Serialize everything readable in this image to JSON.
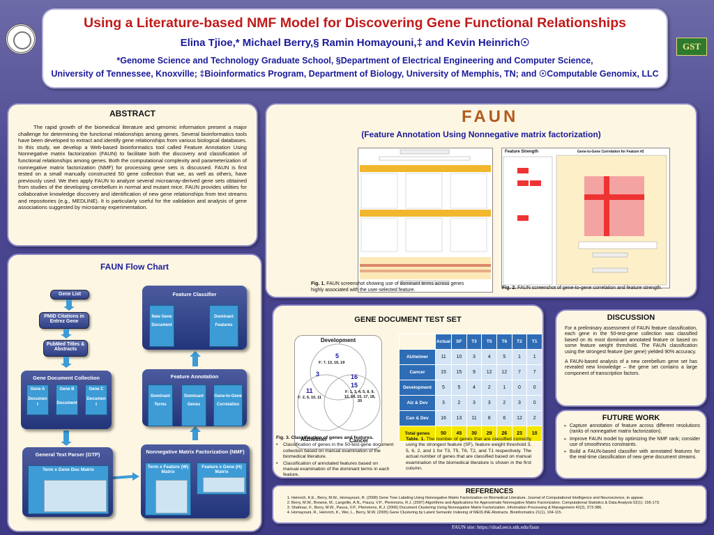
{
  "header": {
    "title": "Using a Literature-based NMF Model for Discovering Gene Functional Relationships",
    "authors": "Elina Tjioe,* Michael Berry,§ Ramin Homayouni,‡ and Kevin Heinrich☉",
    "affil1": "*Genome Science and Technology Graduate School, §Department of Electrical Engineering and Computer Science,",
    "affil2": "University of Tennessee, Knoxville; ‡Bioinformatics Program, Department of Biology, University of Memphis, TN; and ☉Computable Genomix, LLC",
    "logo_right": "GST"
  },
  "abstract": {
    "heading": "ABSTRACT",
    "text": "The rapid growth of the biomedical literature and genomic information present a major challenge for determining the functional relationships among genes. Several bioinformatics tools have been developed to extract and identify gene relationships from various biological databases. In this study, we develop a Web-based bioinformatics tool called Feature Annotation Using Nonnegative matrix factorization (FAUN) to facilitate both the discovery and classification of functional relationships among genes. Both the computational complexity and parameterization of nonnegative matrix factorization (NMF) for processing gene sets is discussed. FAUN is first tested on a small manually constructed 50 gene collection that we, as well as others, have previously used. We then apply FAUN to analyze several microarray-derived gene sets obtained from studies of the developing cerebellum in normal and mutant mice. FAUN provides utilities for collaborative knowledge discovery and identification of new gene relationships from text streams and repositories (e.g., MEDLINE). It is particularly useful for the validation and analysis of gene associations suggested by microarray experimentation."
  },
  "faun": {
    "logo": "FAUN",
    "subtitle": "(Feature Annotation Using Nonnegative matrix factorization)",
    "fig1_caption_bold": "Fig. 1.",
    "fig1_caption": " FAUN screenshot showing use of dominant terms across genes highly associated with the user-selected feature.",
    "fig2_caption_bold": "Fig. 2.",
    "fig2_caption": " FAUN screenshot of gene-to-gene correlation and feature strength.",
    "fig2_left_title": "Feature Strength",
    "fig2_right_title": "Gene-to-Gene Correlation for Feature #2"
  },
  "flow": {
    "title": "FAUN  Flow Chart",
    "gene_list": "Gene List",
    "pmid": "PMID  Citations in Entrez Gene",
    "pubmed": "PubMed Titles & Abstracts",
    "gdc": "Gene  Document  Collection",
    "gene_a": "Gene A",
    "gene_b": "Gene B",
    "gene_c": "Gene C",
    "doc_a": "Documen t",
    "doc_b": "Document",
    "doc_c": "Documen t",
    "gtp": "General Text Parser (GTP)",
    "tgd": "Term  x  Gene Doc Matrix",
    "fc": "Feature  Classifier",
    "fc_new": "New  Gene",
    "fc_doc": "Document",
    "fc_dom": "Dominant",
    "fc_feat": "Features",
    "fa": "Feature  Annotation",
    "fa_dt1": "Dominant",
    "fa_dt2": "Terms",
    "fa_dg1": "Dominant",
    "fa_dg2": "Genes",
    "fa_gg1": "Gene-to-Gene",
    "fa_gg2": "Correlation",
    "nmf": "Nonnegative Matrix Factorization (NMF)",
    "tf": "Term  x  Feature (W) Matrix",
    "fg": "Feature  x  Gene (H) Matrix"
  },
  "gdts": {
    "heading": "GENE  DOCUMENT  TEST  SET",
    "venn_dev": "Development",
    "venn_alz": "Alzheimer",
    "venn_cancer": "Cancer",
    "n5": "5",
    "n5_list": "F: 7, 13, 16, 19",
    "n3": "3",
    "n16": "16",
    "n11": "11",
    "n11_list": "F: 2, 6, 10, 11",
    "n15": "15",
    "n15_list": "F: 1, 3, 4, 5, 8, 9, 12, 14, 15, 17, 18, 20",
    "table_headers": [
      "Actual",
      "SF",
      "T3",
      "T5",
      "T6",
      "T2",
      "T1"
    ],
    "table_rows": [
      {
        "name": "Alzheimer",
        "vals": [
          "11",
          "10",
          "3",
          "4",
          "5",
          "1",
          "1"
        ]
      },
      {
        "name": "Cancer",
        "vals": [
          "15",
          "15",
          "9",
          "12",
          "12",
          "7",
          "7"
        ]
      },
      {
        "name": "Development",
        "vals": [
          "5",
          "5",
          "4",
          "2",
          "1",
          "0",
          "0"
        ]
      },
      {
        "name": "Alz & Dev",
        "vals": [
          "3",
          "2",
          "3",
          "3",
          "2",
          "3",
          "0"
        ]
      },
      {
        "name": "Can & Dev",
        "vals": [
          "16",
          "13",
          "11",
          "8",
          "6",
          "12",
          "2"
        ]
      }
    ],
    "total_row": {
      "name": "Total genes",
      "vals": [
        "50",
        "45",
        "30",
        "29",
        "26",
        "23",
        "10"
      ]
    },
    "fig3_title": "Fig. 3. Classification of genes and features.",
    "fig3_b1": "Classification of genes in the 50-test-gene document collection based on manual examination of the biomedical literature.",
    "fig3_b2": "Classification of annotated features based on manual examination of the dominant terms in each feature.",
    "table_caption_bold": "Table.  1.",
    "table_caption": " The number of genes that are classified correctly using the strongest feature (SF), feature weight threshold 3, 5, 6, 2, and 1 for T3, T5, T6, T2, and T1 respectively. The actual number of genes that are classified based on manual examination of the biomedical literature is shown in the first column."
  },
  "discussion": {
    "heading": "DISCUSSION",
    "p1": "For a preliminary assessment of FAUN feature classification, each gene in the 50-test-gene collection was classified based on its most dominant annotated feature or based on some feature weight threshold. The FAUN classification using the strongest feature (per gene) yielded 90% accuracy.",
    "p2": "A FAUN-based analysis of a new cerebellum gene set has revealed new knowledge – the gene set contains a large component of transcription factors."
  },
  "future": {
    "heading": "FUTURE WORK",
    "items": [
      "Capture annotation of feature across different resolutions (ranks of nonnegative matrix factorization).",
      "Improve FAUN model by optimizing the NMF rank; consider use of smoothness constraints.",
      "Build a FAUN-based classifier with annotated features for the real-time classification of new gene document streams."
    ]
  },
  "references": {
    "heading": "REFERENCES",
    "items": [
      "Heinrich, K.E., Berry, M.W., Homayouni, R. (2008) Gene Tree Labeling Using Nonnegative Matrix Factorization on Biomedical Literature. Journal of Computational Intelligence and Neuroscience, to appear.",
      "Berry, M.W., Browne, M., Langville, A.N., Pauca, V.P., Plemmons, R.J. (2007) Algorithms and Applications for Approximate Nonnegative Matrix Factorization. Computational Statistics & Data Analysis 52(1): 155-173.",
      "Shahnaz, F., Berry, M.W., Pauca, V.P., Plemmons, R.J. (2006) Document Clustering Using Nonnegative Matrix Factorization. Information Processing & Management 42(2), 373-386.",
      "Homayouni, R., Heinrich, K., Wei, L., Berry, M.W. (2005) Gene Clustering by Latent Semantic Indexing of MEDLINE Abstracts. Bioinformatics 21(1), 104-115."
    ]
  },
  "footer": {
    "site": "FAUN site:  https://shad.eecs.utk.edu/faun"
  },
  "colors": {
    "title_red": "#c01a1a",
    "author_blue": "#1a1a9a",
    "panel_bg": "#fdf6e3",
    "page_bg": "#4b4790",
    "faun_orange": "#b35a1e"
  }
}
